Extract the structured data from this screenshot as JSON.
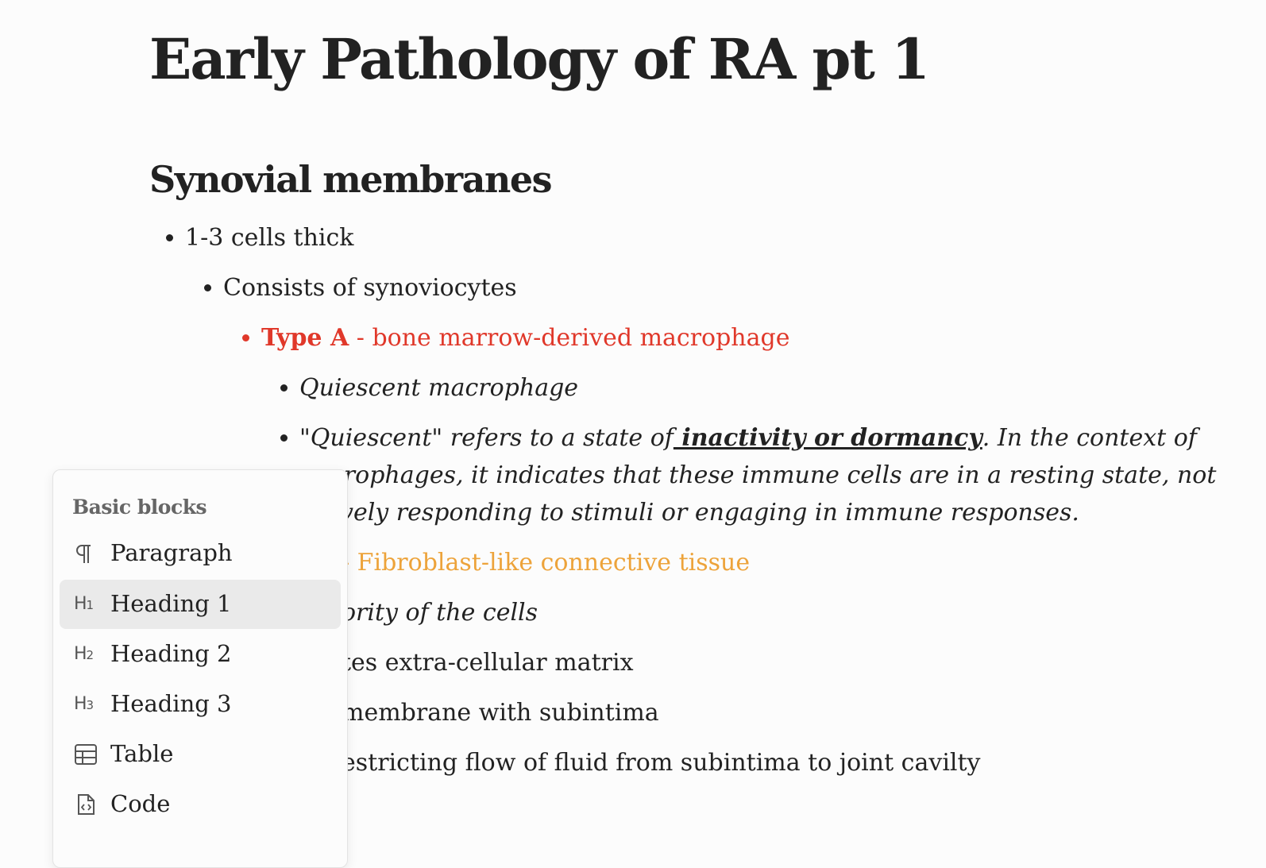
{
  "document": {
    "title": "Early Pathology of RA pt 1",
    "section_heading": "Synovial membranes",
    "lines": {
      "l1": "1-3 cells thick",
      "l2": "Consists of synoviocytes",
      "l3_bold": "Type A",
      "l3_rest": " - bone marrow-derived macrophage",
      "l4": "Quiescent macrophage",
      "l5a": "\"Quiescent\" refers to a state of",
      "l5b": " inactivity or dormancy",
      "l5c": ". In the context of",
      "l6": "crophages, it indicates that these immune cells are in a resting state, not",
      "l7": "vely responding to stimuli or engaging in immune responses.",
      "l8": " - Fibroblast-like connective tissue",
      "l9": "ority of the cells",
      "l10": "tes extra-cellular matrix",
      "l11": " membrane with subintima",
      "l12": "estricting flow of fluid from subintima to joint cavilty"
    }
  },
  "menu": {
    "header": "Basic blocks",
    "items": [
      {
        "label": "Paragraph",
        "icon": "paragraph-icon"
      },
      {
        "label": "Heading 1",
        "icon": "heading-1-icon",
        "active": true
      },
      {
        "label": "Heading 2",
        "icon": "heading-2-icon"
      },
      {
        "label": "Heading 3",
        "icon": "heading-3-icon"
      },
      {
        "label": "Table",
        "icon": "table-icon"
      },
      {
        "label": "Code",
        "icon": "code-icon"
      }
    ],
    "h1_glyph": "H",
    "h1_sub": "1",
    "h2_glyph": "H",
    "h2_sub": "2",
    "h3_glyph": "H",
    "h3_sub": "3"
  },
  "colors": {
    "red": "#e0382a",
    "orange": "#eda33a",
    "highlight": "#eaeaea"
  }
}
